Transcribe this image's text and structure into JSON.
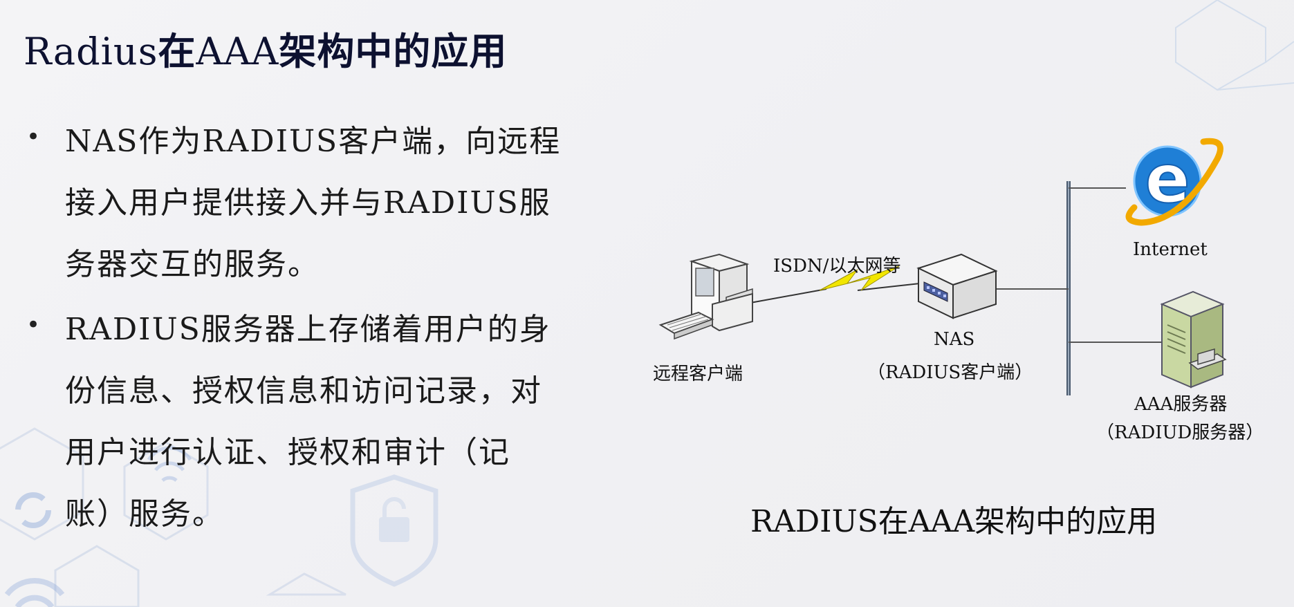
{
  "title": {
    "part1": "Radius",
    "part2": "在",
    "part3": "AAA",
    "part4": "架构中的应用"
  },
  "bullets": [
    {
      "lines": [
        "NAS作为RADIUS客户端，向远程",
        "接入用户提供接入并与RADIUS服",
        "务器交互的服务。"
      ]
    },
    {
      "lines": [
        "RADIUS服务器上存储着用户的身",
        "份信息、授权信息和访问记录，对",
        "用户进行认证、授权和审计（记",
        "账）服务。"
      ]
    }
  ],
  "diagram": {
    "link_label": "ISDN/以太网等",
    "client_label": "远程客户端",
    "nas_label": "NAS",
    "nas_sub_label": "（RADIUS客户端）",
    "internet_label": "Internet",
    "server_label": "AAA服务器",
    "server_sub_label": "（RADIUD服务器）",
    "caption": "RADIUS在AAA架构中的应用"
  },
  "colors": {
    "title": "#0d1130",
    "bolt": "#f2e600",
    "bus": "#4a5a6e",
    "ie_blue": "#1f7fd6",
    "server_green": "#c9d8a2"
  }
}
